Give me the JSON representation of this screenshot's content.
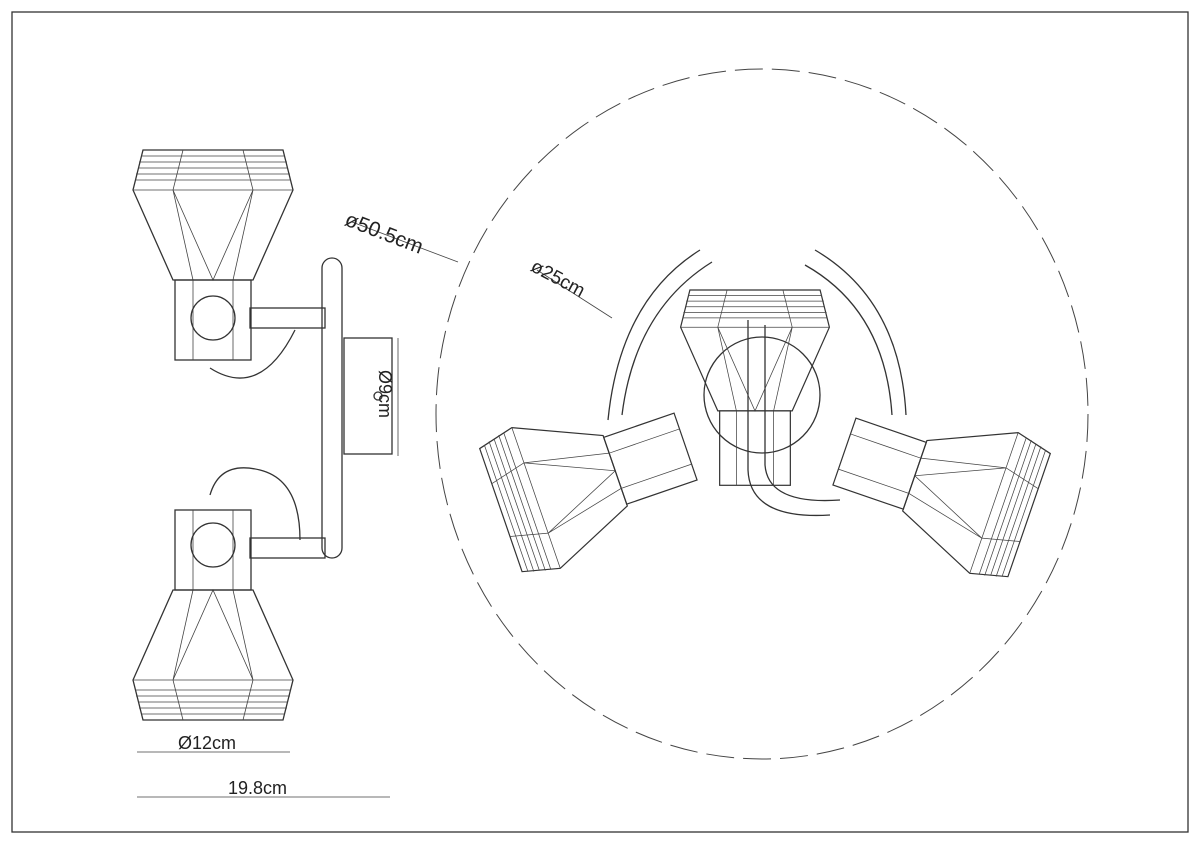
{
  "dimensions": {
    "outer_diameter": "ø50.5cm",
    "arm_diameter": "ø25cm",
    "base_diameter": "Ø9cm",
    "shade_diameter": "Ø12cm",
    "projection": "19.8cm"
  },
  "colors": {
    "line": "#333333",
    "background": "#ffffff"
  }
}
